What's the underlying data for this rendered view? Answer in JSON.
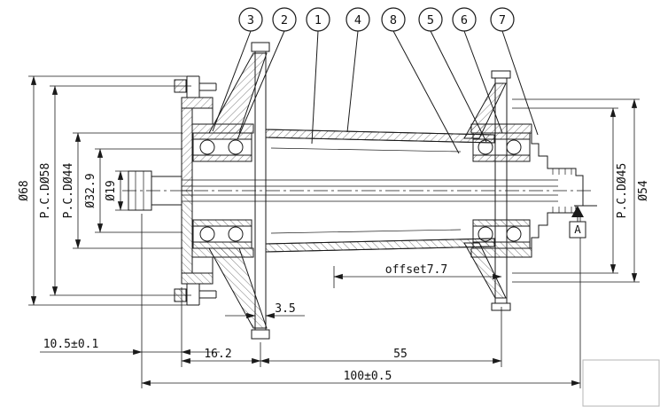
{
  "balloons": [
    {
      "label": "3"
    },
    {
      "label": "2"
    },
    {
      "label": "1"
    },
    {
      "label": "4"
    },
    {
      "label": "8"
    },
    {
      "label": "5"
    },
    {
      "label": "6"
    },
    {
      "label": "7"
    }
  ],
  "dims": {
    "dia68": "Ø68",
    "pcd58": "P.C.DØ58",
    "pcd44": "P.C.DØ44",
    "dia32_9": "Ø32.9",
    "dia19": "Ø19",
    "pcd45": "P.C.DØ45",
    "dia54": "Ø54",
    "flange_thickness": "3.5",
    "axle_step": "10.5±0.1",
    "left_flange_offset": "16.2",
    "flange_spacing": "55",
    "overall_length": "100±0.5",
    "center_offset": "offset7.7",
    "datum_label": "A"
  },
  "colors": {
    "line": "#1a1a1a",
    "hatch": "#3a3a3a",
    "background": "#ffffff"
  }
}
